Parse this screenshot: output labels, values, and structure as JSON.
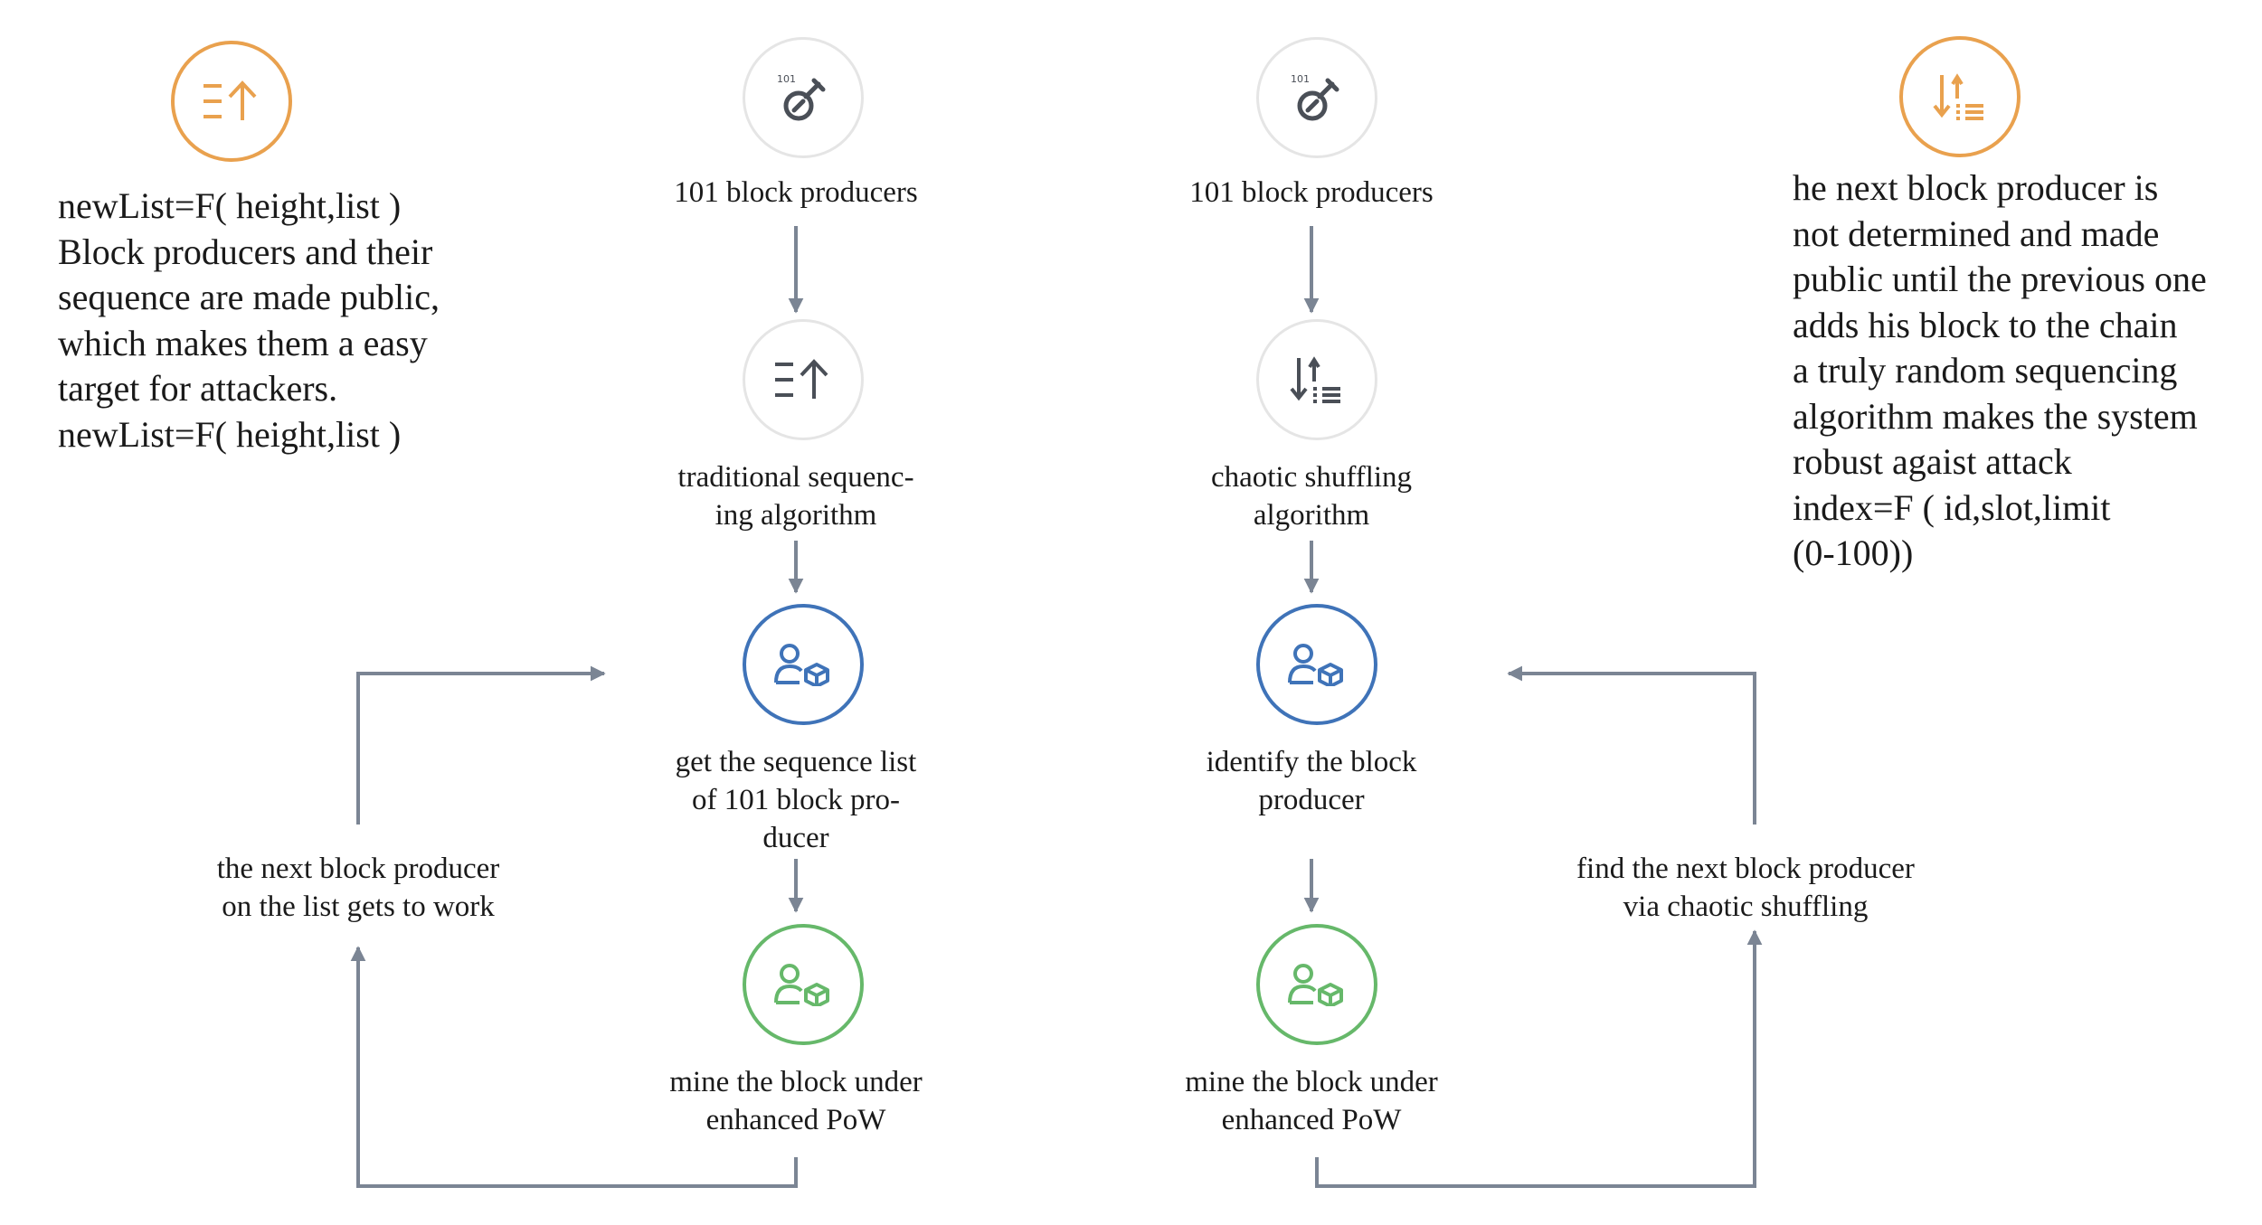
{
  "left_note": {
    "lines": "newList=F( height,list )\nBlock producers and their\nsequence are made public,\nwhich makes them a easy\ntarget for attackers.\nnewList=F( height,list )"
  },
  "right_note": {
    "lines": "he next block producer is\nnot determined and made\npublic until the previous one\nadds his block to the chain\na truly random sequencing\nalgorithm makes the system\nrobust agaist attack\nindex=F ( id,slot,limit\n(0-100))"
  },
  "traditional_flow": {
    "producers": "101 block producers",
    "algorithm": "traditional sequenc-\ning algorithm",
    "get_list": "get the sequence list\nof 101 block pro-\nducer",
    "mine": "mine the block under\nenhanced PoW",
    "loop_label": "the next block producer\non the list gets to work",
    "icon_badge": "101"
  },
  "chaotic_flow": {
    "producers": "101 block producers",
    "algorithm": "chaotic shuffling\nalgorithm",
    "identify": "identify the block\nproducer",
    "mine": "mine the block under\nenhanced PoW",
    "loop_label": "find the next block producer\nvia chaotic shuffling",
    "icon_badge": "101"
  },
  "colors": {
    "orange": "#e9a14e",
    "gray_border": "#e5e5e5",
    "icon_gray": "#4a4f57",
    "blue": "#3f73b8",
    "green": "#66b86a",
    "arrow": "#7b8594"
  }
}
